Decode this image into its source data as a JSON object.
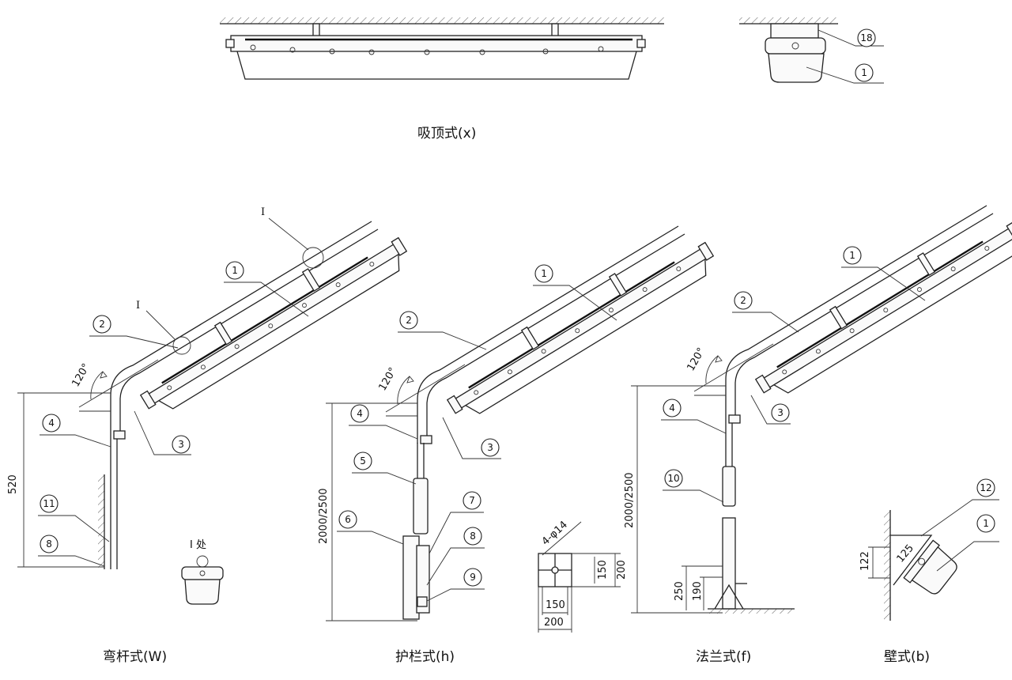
{
  "captions": {
    "ceiling": "吸顶式(x)",
    "bent_pole": "弯杆式(W)",
    "guardrail": "护栏式(h)",
    "flange": "法兰式(f)",
    "wall": "壁式(b)"
  },
  "callouts": {
    "ceiling": [
      "18",
      "1"
    ],
    "bent_pole": [
      "1",
      "2",
      "3",
      "4",
      "11",
      "8"
    ],
    "guardrail": [
      "1",
      "2",
      "3",
      "4",
      "5",
      "6",
      "7",
      "8",
      "9"
    ],
    "flange": [
      "1",
      "2",
      "3",
      "4",
      "10"
    ],
    "wall": [
      "12",
      "1"
    ]
  },
  "detail": {
    "marker": "I",
    "label": "I 处"
  },
  "angles": {
    "bent_pole": "120°",
    "guardrail": "120°",
    "flange": "120°"
  },
  "dimensions": {
    "bent_pole_height": "520",
    "guardrail_height": "2000/2500",
    "flange_height": "2000/2500",
    "flange_base_250": "250",
    "flange_base_190": "190",
    "plate_holes": "4-φ14",
    "plate_150_v": "150",
    "plate_200_v": "200",
    "plate_150_h": "150",
    "plate_200_h": "200",
    "wall_122": "122",
    "wall_125": "125"
  }
}
